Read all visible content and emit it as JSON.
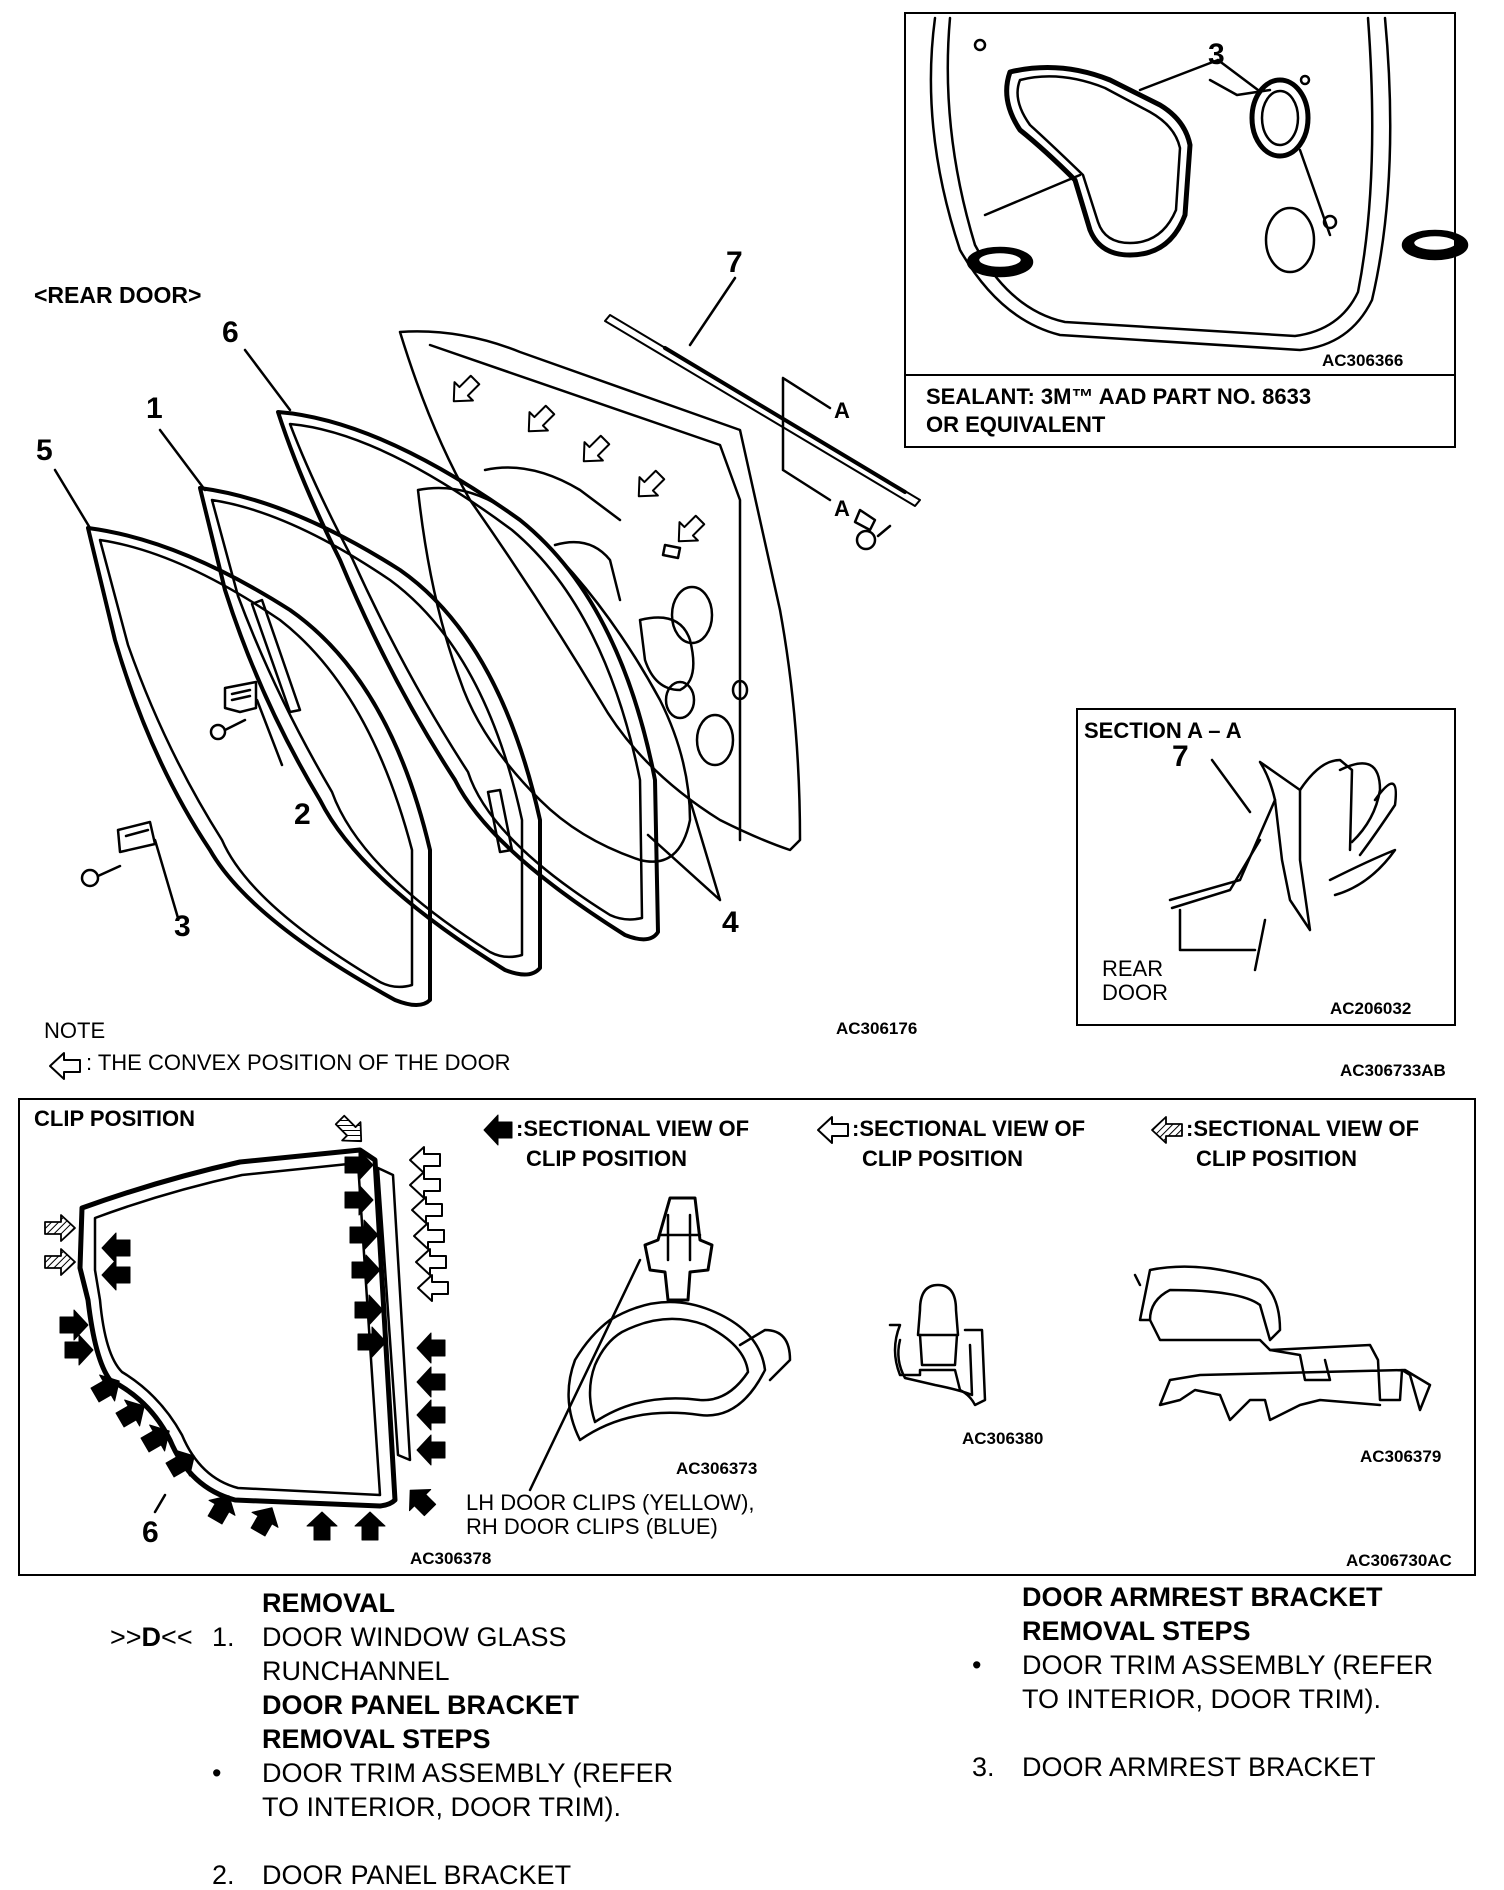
{
  "main": {
    "title": "<REAR  DOOR>",
    "callouts": [
      "1",
      "2",
      "3",
      "4",
      "5",
      "6",
      "7"
    ],
    "section_marker": "A",
    "figure_code": "AC306176",
    "note_heading": "NOTE",
    "note_text": ": THE CONVEX POSITION OF THE DOOR",
    "assembly_code": "AC306733AB"
  },
  "sealant_box": {
    "callout": "3",
    "code": "AC306366",
    "line1": "SEALANT: 3M™ AAD PART NO. 8633",
    "line2": "OR EQUIVALENT"
  },
  "section_box": {
    "title": "SECTION A – A",
    "callout": "7",
    "label_line1": "REAR",
    "label_line2": "DOOR",
    "code": "AC206032"
  },
  "clip_box": {
    "title": "CLIP POSITION",
    "callout": "6",
    "code_outline": "AC306378",
    "legend": [
      {
        "line1": ":SECTIONAL VIEW OF",
        "line2": "CLIP POSITION",
        "code": "AC306373"
      },
      {
        "line1": ":SECTIONAL VIEW OF",
        "line2": "CLIP POSITION",
        "code": "AC306380"
      },
      {
        "line1": ":SECTIONAL VIEW OF",
        "line2": "CLIP POSITION",
        "code": "AC306379"
      }
    ],
    "clip_note_line1": "LH DOOR CLIPS (YELLOW),",
    "clip_note_line2": "RH DOOR CLIPS (BLUE)",
    "code": "AC306730AC"
  },
  "steps": {
    "removal_heading": "REMOVAL",
    "marker": ">>D<<",
    "n1": "1.",
    "step1_line1": "DOOR WINDOW GLASS",
    "step1_line2": "RUNCHANNEL",
    "bracket_heading_line1": "DOOR PANEL BRACKET",
    "bracket_heading_line2": "REMOVAL STEPS",
    "bullet": "•",
    "trim_line1": "DOOR TRIM ASSEMBLY (REFER",
    "trim_line2": "TO INTERIOR, DOOR TRIM).",
    "n2": "2.",
    "step2": "DOOR PANEL BRACKET",
    "armrest_heading_line1": "DOOR ARMREST BRACKET",
    "armrest_heading_line2": "REMOVAL STEPS",
    "armrest_trim_line1": "DOOR TRIM ASSEMBLY (REFER",
    "armrest_trim_line2": "TO INTERIOR, DOOR TRIM).",
    "n3": "3.",
    "step3": "DOOR ARMREST BRACKET"
  }
}
